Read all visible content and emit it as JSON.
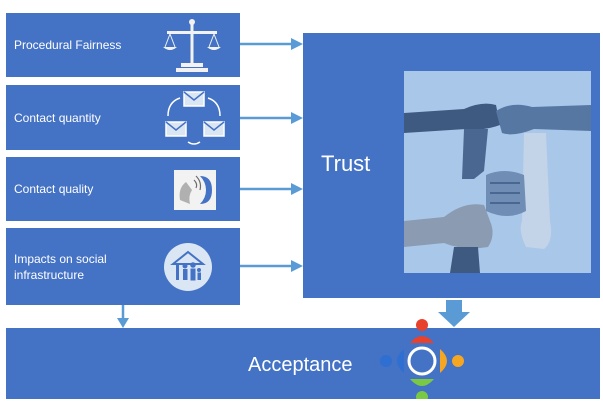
{
  "factors": [
    {
      "label": "Procedural Fairness",
      "icon": "scales-icon"
    },
    {
      "label": "Contact quantity",
      "icon": "envelopes-cycle-icon"
    },
    {
      "label": "Contact quality",
      "icon": "listening-ear-icon"
    },
    {
      "label": "Impacts on social infrastructure",
      "icon": "house-family-icon"
    }
  ],
  "trust": {
    "label": "Trust",
    "image": "joined-hands-icon"
  },
  "acceptance": {
    "label": "Acceptance",
    "icon": "people-circle-icon"
  },
  "colors": {
    "box": "#4472c4",
    "arrow": "#5b9bd5",
    "photo_bg": "#a9c7e8",
    "person_red": "#e8412c",
    "person_orange": "#f5a623",
    "person_green": "#7ac943",
    "person_blue": "#2f6fd1"
  }
}
